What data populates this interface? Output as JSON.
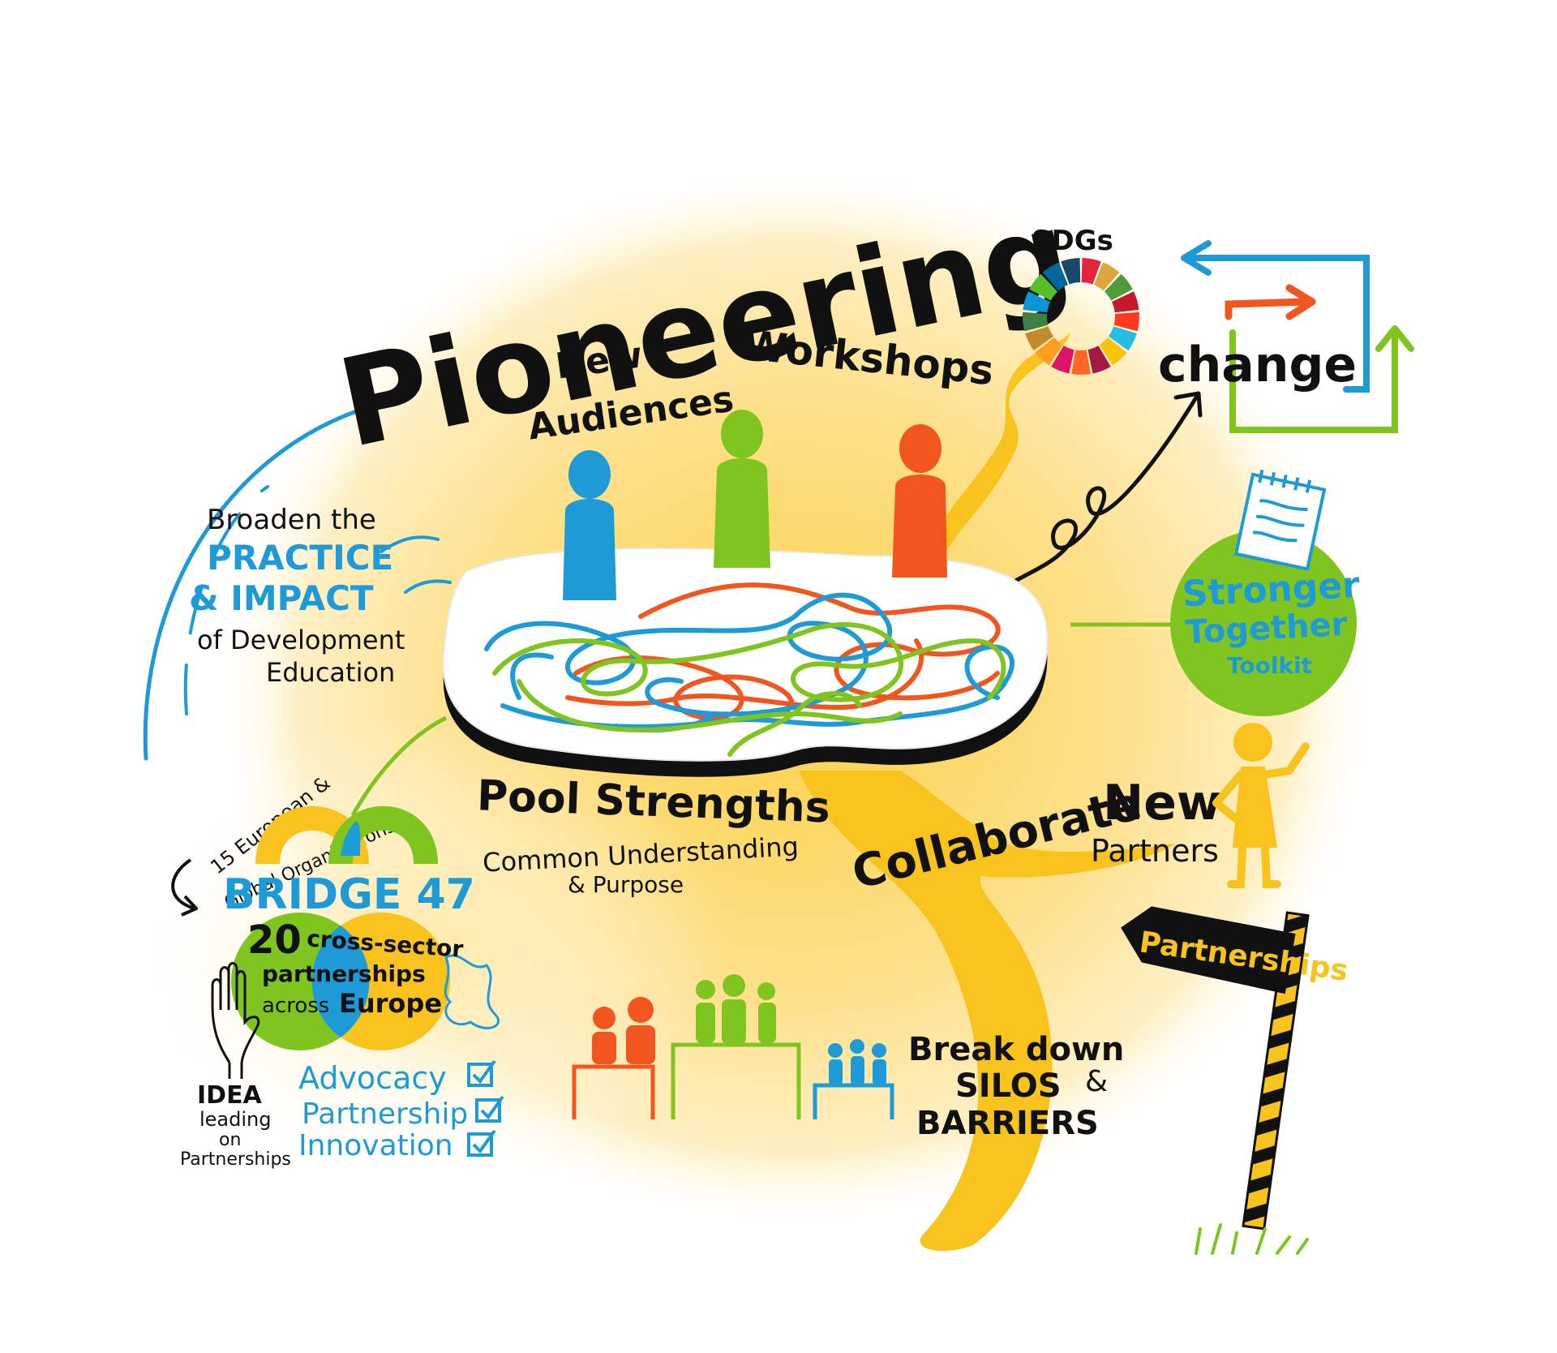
{
  "title": "Pioneering",
  "sdgs": "SDGs",
  "change": "change",
  "top_labels": {
    "new": "New",
    "audiences": "Audiences",
    "workshops": "Workshops"
  },
  "broaden": {
    "line1": "Broaden the",
    "line2": "PRACTICE",
    "line3": "& IMPACT",
    "line4": "of Development",
    "line5": "Education"
  },
  "toolkit": {
    "line1": "Stronger",
    "line2": "Together",
    "line3": "Toolkit"
  },
  "orgs": {
    "line1": "15 European &",
    "line2": "Global Organisations"
  },
  "bridge": "BRIDGE 47",
  "partnerships_count": {
    "number": "20",
    "line1": "cross-sector",
    "line2": "partnerships",
    "line3": "across",
    "line4": "Europe"
  },
  "idea": {
    "line1": "IDEA",
    "line2": "leading",
    "line3": "on",
    "line4": "Partnerships"
  },
  "checklist": [
    "Advocacy",
    "Partnership",
    "Innovation"
  ],
  "pool": {
    "title": "Pool Strengths",
    "line1": "Common Understanding",
    "line2": "& Purpose"
  },
  "collaborate": "Collaborate",
  "new_partners": {
    "line1": "New",
    "line2": "Partners"
  },
  "signpost": "Partnerships",
  "silos": {
    "line1": "Break down",
    "line2": "SILOS",
    "amp": "&",
    "line3": "BARRIERS"
  },
  "colors": {
    "yellow": "#f7c31c",
    "light_yellow": "#fde9a6",
    "blue": "#1e9ad6",
    "green": "#7fc41f",
    "orange": "#f0561d",
    "black": "#111111"
  },
  "sdg_wheel_colors": [
    "#e5243b",
    "#dda63a",
    "#4c9f38",
    "#c5192d",
    "#ff3a21",
    "#26bde2",
    "#fcc30b",
    "#a21942",
    "#fd6925",
    "#dd1367",
    "#fd9d24",
    "#bf8b2e",
    "#3f7e44",
    "#0a97d9",
    "#56c02b",
    "#00689d",
    "#19486a"
  ]
}
